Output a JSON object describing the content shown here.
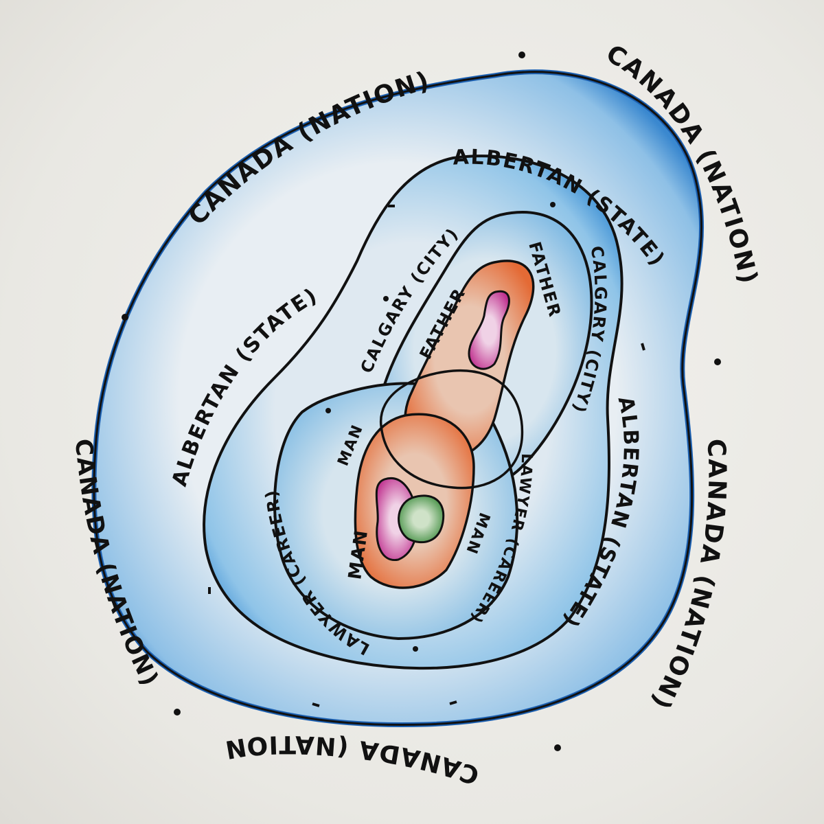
{
  "diagram": {
    "labels": {
      "nation": "CANADA (NATION)",
      "state": "ALBERTAN (STATE)",
      "city": "CALGARY (CITY)",
      "career": "LAWYER (CAREER)",
      "father": "FATHER",
      "man": "MAN"
    },
    "layer_colors": {
      "nation": "#1f6fc0",
      "state": "#3b8fd6",
      "city": "#6fb3e0",
      "career_fill": "#a9d2ec",
      "father": "#e8693a",
      "man": "#e8693a",
      "inner_pink": "#c0328f",
      "inner_green": "#3a8a3a"
    }
  }
}
